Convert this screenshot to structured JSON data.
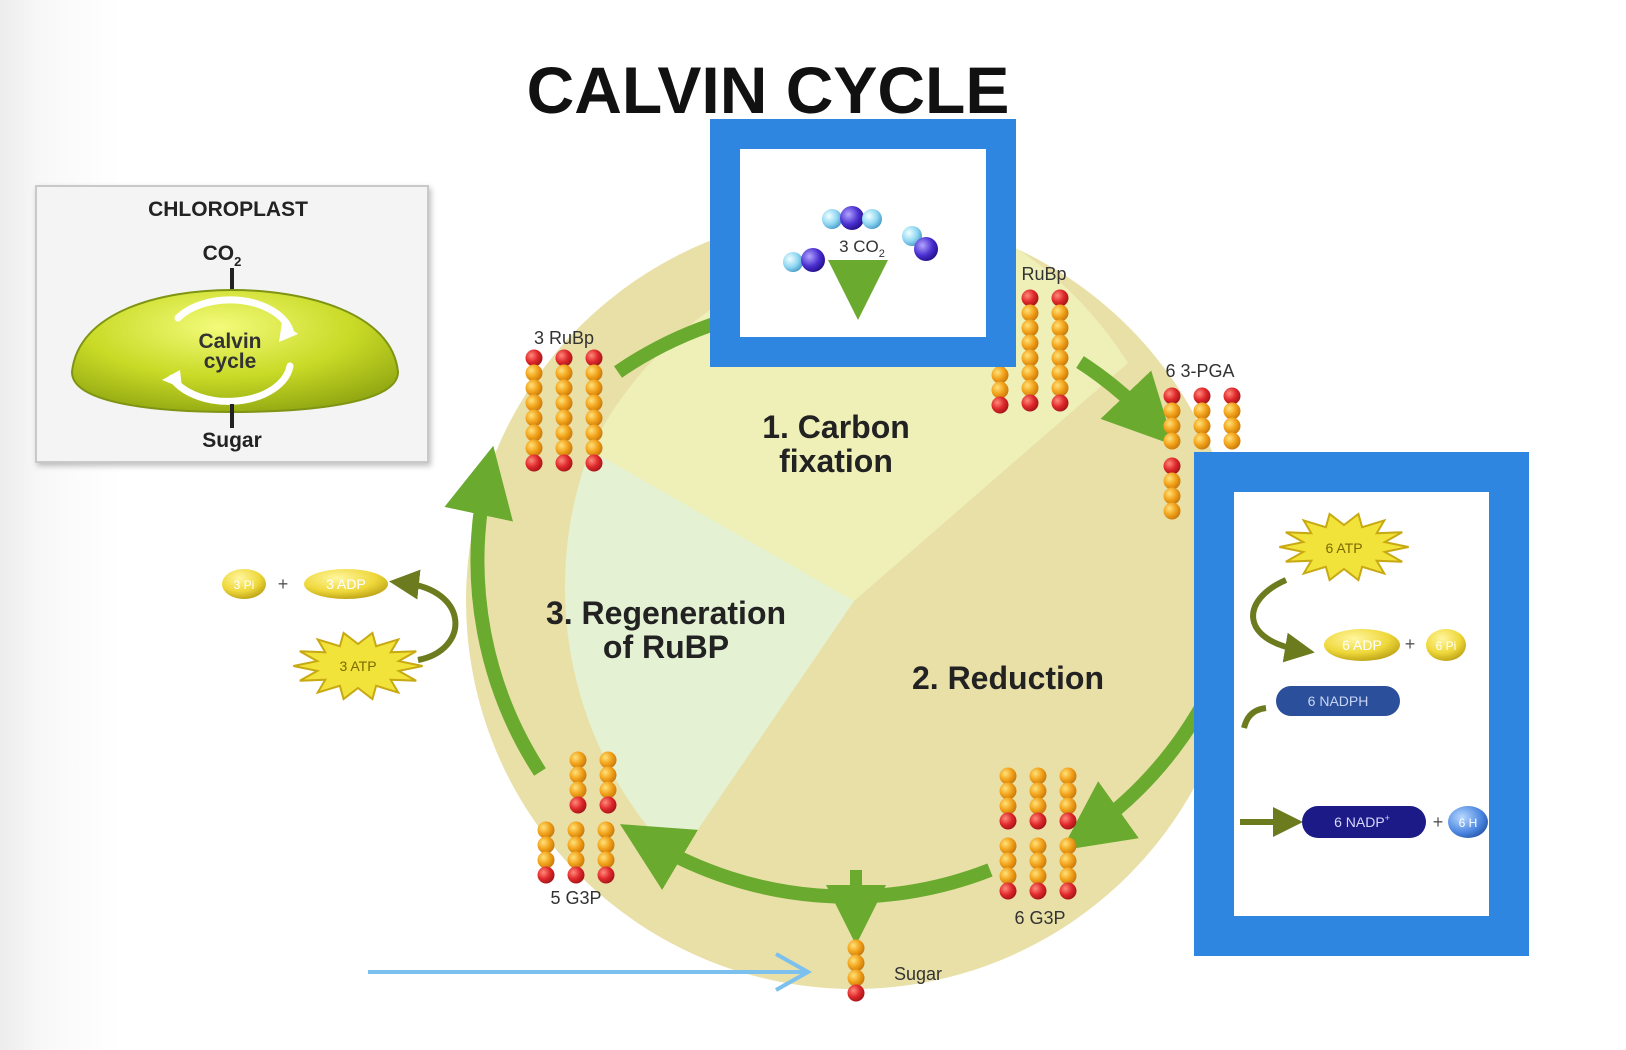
{
  "title": "CALVIN CYCLE",
  "inset": {
    "heading": "CHLOROPLAST",
    "input": "CO",
    "input_sub": "2",
    "cycle_line1": "Calvin",
    "cycle_line2": "cycle",
    "output": "Sugar"
  },
  "phases": {
    "carbon_fixation_line1": "1. Carbon",
    "carbon_fixation_line2": "fixation",
    "reduction": "2. Reduction",
    "regeneration_line1": "3. Regeneration",
    "regeneration_line2": "of RuBP"
  },
  "molecules": {
    "co2": "3 CO",
    "co2_sub": "2",
    "rubp_top_left": "3 RuBp",
    "rubp_top_right": "RuBp",
    "pga": "6 3-PGA",
    "g3p_left": "5 G3P",
    "g3p_right": "6 G3P",
    "sugar": "Sugar"
  },
  "cofactors": {
    "atp_6": "6 ATP",
    "adp_6": "6 ADP",
    "pi_6": "6 Pi",
    "nadph_6": "6 NADPH",
    "nadp_6": "6 NADP",
    "nadp_sup": "+",
    "h_6": "6 H",
    "pi_3": "3 Pi",
    "adp_3": "3 ADP",
    "atp_3": "3 ATP",
    "plus": "+"
  },
  "colors": {
    "arrow_green": "#6aaa2e",
    "highlight_blue": "#2f86e0",
    "pointer_blue": "#7cc0ee",
    "atom_orange": "#f2a21a",
    "atom_red": "#e0292c",
    "wedge_fixation": "#eef0b8",
    "wedge_reduction": "#e9e0a8",
    "wedge_regeneration": "#e4f1d2",
    "nadph_blue": "#2b4f9a",
    "nadp_navy": "#1c1a86"
  }
}
